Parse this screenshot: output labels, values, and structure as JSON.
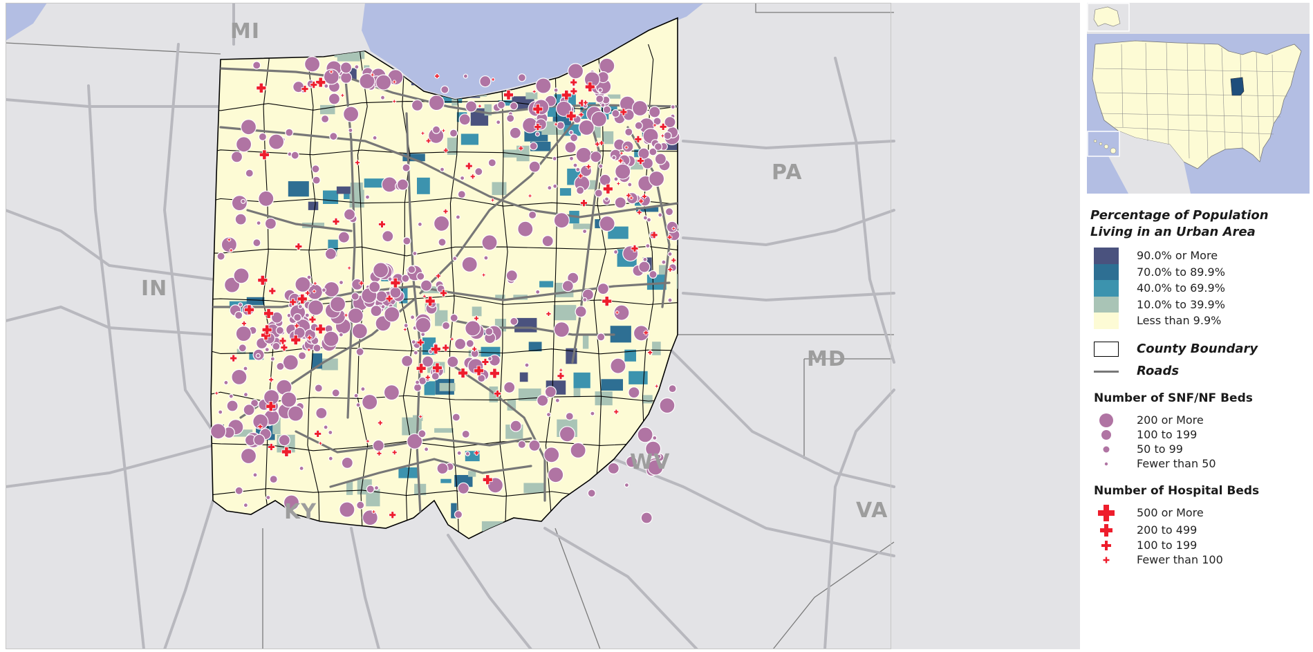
{
  "map": {
    "state_labels": {
      "mi": "MI",
      "in": "IN",
      "pa": "PA",
      "md": "MD",
      "wv": "WV",
      "ky": "KY",
      "va": "VA"
    },
    "colors": {
      "water": "#b3bee3",
      "outside_land": "#e3e3e6",
      "roads_outside": "#b8b8be",
      "roads_ohio": "#777777",
      "urban_90_plus": "#4a527e",
      "urban_70_89": "#2e6f93",
      "urban_40_69": "#3c93ae",
      "urban_10_39": "#a9c4b6",
      "urban_lt_10": "#fdfbd5",
      "snf_circle": "#b074a3",
      "hospital_cross": "#ee1d2c",
      "inset_highlight": "#1f4e7c"
    }
  },
  "legend": {
    "urban": {
      "title_line1": "Percentage of Population",
      "title_line2": "Living in an Urban Area",
      "classes": [
        {
          "label": "90.0% or More",
          "color": "#4a527e"
        },
        {
          "label": "70.0% to 89.9%",
          "color": "#2e6f93"
        },
        {
          "label": "40.0% to 69.9%",
          "color": "#3c93ae"
        },
        {
          "label": "10.0% to 39.9%",
          "color": "#a9c4b6"
        },
        {
          "label": "Less than 9.9%",
          "color": "#fdfbd5"
        }
      ]
    },
    "county_boundary": "County Boundary",
    "roads": "Roads",
    "snf": {
      "title": "Number of SNF/NF Beds",
      "classes": [
        "200 or More",
        "100 to 199",
        "50 to 99",
        "Fewer than 50"
      ]
    },
    "hospital": {
      "title": "Number of Hospital Beds",
      "classes": [
        "500 or More",
        "200 to 499",
        "100 to 199",
        "Fewer than 100"
      ]
    }
  }
}
